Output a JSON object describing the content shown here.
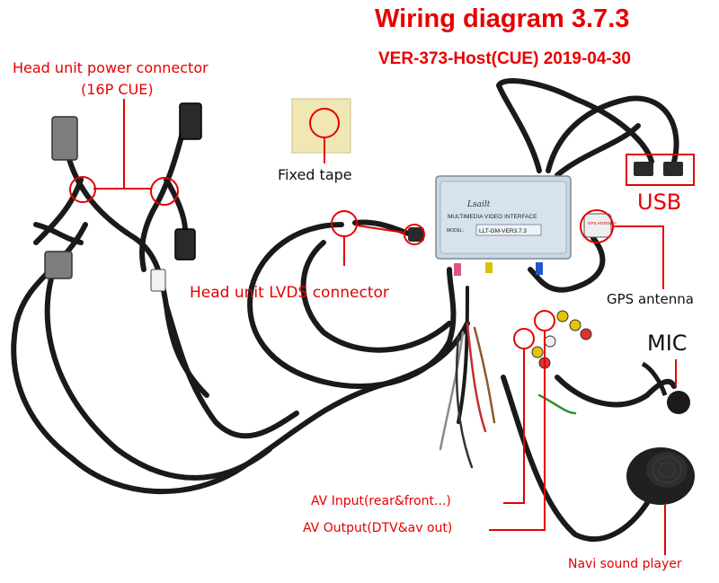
{
  "header": {
    "title": "Wiring diagram 3.7.3",
    "subtitle": "VER-373-Host(CUE) 2019-04-30"
  },
  "labels": {
    "power_connector_line1": "Head unit power connector",
    "power_connector_line2": "(16P CUE)",
    "fixed_tape": "Fixed tape",
    "lvds_connector": "Head unit LVDS connector",
    "usb": "USB",
    "gps_antenna": "GPS antenna",
    "mic": "MIC",
    "av_input": "AV Input(rear&front...)",
    "av_output": "AV Output(DTV&av out)",
    "navi_sound_player": "Navi sound player"
  },
  "module": {
    "brand": "Lsailt",
    "interface_text": "MULTIMEDIA VIDEO INTERFACE",
    "model_prefix": "MODEL:",
    "model": "LLT-GM-VER3.7.3"
  },
  "gps_module_text": "GPS ANTENNA",
  "colors": {
    "accent_red": "#e60000",
    "cable": "#1a1a1a",
    "module_body": "#c9d7e2",
    "background": "#ffffff"
  }
}
